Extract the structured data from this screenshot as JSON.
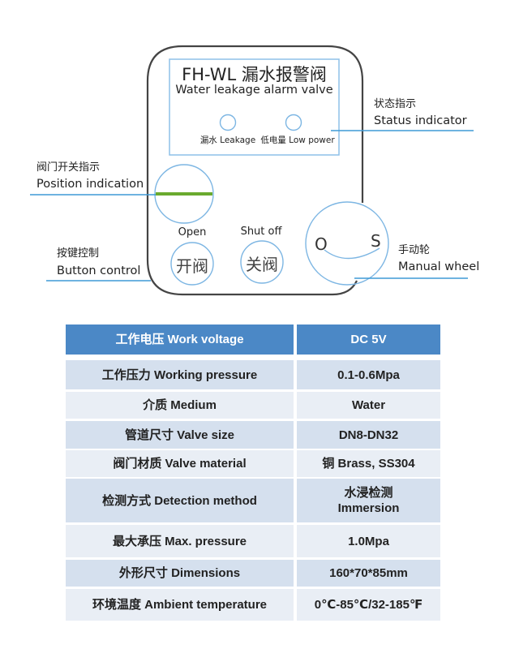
{
  "diagram": {
    "panel": {
      "title": "FH-WL 漏水报警阀",
      "subtitle": "Water leakage alarm valve",
      "leds": [
        {
          "label": "漏水 Leakage"
        },
        {
          "label": "低电量 Low power"
        }
      ]
    },
    "buttons": [
      {
        "label": "Open",
        "glyph": "开阀"
      },
      {
        "label": "Shut off",
        "glyph": "关阀"
      }
    ],
    "wheel": {
      "left_letter": "O",
      "right_letter": "S"
    },
    "callouts": {
      "status": {
        "cn": "状态指示",
        "en": "Status indicator"
      },
      "position": {
        "cn": "阀门开关指示",
        "en": "Position indication"
      },
      "button": {
        "cn": "按键控制",
        "en": "Button control"
      },
      "wheel": {
        "cn": "手动轮",
        "en": "Manual wheel"
      }
    },
    "colors": {
      "outline": "#444444",
      "accent_blue": "#3e9ad6",
      "circle_blue": "#7db6e3",
      "position_green": "#6aaa2e"
    }
  },
  "spec_table": {
    "header": {
      "key": "工作电压 Work voltage",
      "value": "DC 5V"
    },
    "rows": [
      {
        "key": "工作压力 Working pressure",
        "value": "0.1-0.6Mpa"
      },
      {
        "key": "介质 Medium",
        "value": "Water"
      },
      {
        "key": "管道尺寸 Valve size",
        "value": "DN8-DN32"
      },
      {
        "key": "阀门材质 Valve material",
        "value": "铜 Brass, SS304"
      },
      {
        "key": "检测方式 Detection method",
        "value_line1": "水浸检测",
        "value_line2": "Immersion"
      },
      {
        "key": "最大承压 Max. pressure",
        "value": "1.0Mpa"
      },
      {
        "key": "外形尺寸 Dimensions",
        "value": "160*70*85mm"
      },
      {
        "key": "环境温度 Ambient temperature",
        "value": "0℃-85℃/32-185℉"
      }
    ],
    "colors": {
      "header_bg": "#4b88c6",
      "row_dark": "#d5e0ee",
      "row_light": "#e9eef5"
    }
  }
}
